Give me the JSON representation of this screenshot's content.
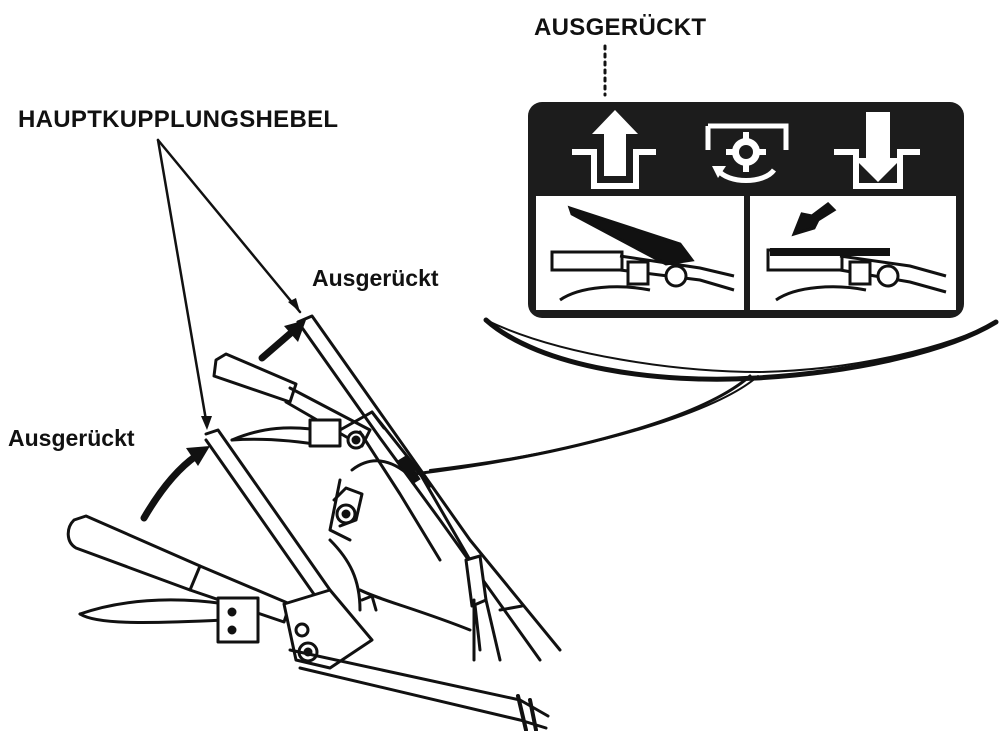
{
  "labels": {
    "main_lever": "HAUPTKUPPLUNGSHEBEL",
    "decal_state": "AUSGERÜCKT",
    "right_lever_state": "Ausgerückt",
    "left_lever_state": "Ausgerückt"
  },
  "colors": {
    "ink": "#111111",
    "decal_background": "#1c1c1c",
    "paper": "#ffffff"
  },
  "icons": [
    "arrow-up-icon",
    "gear-icon",
    "arrow-down-icon",
    "lever-disengaged-icon",
    "lever-engaged-icon"
  ]
}
